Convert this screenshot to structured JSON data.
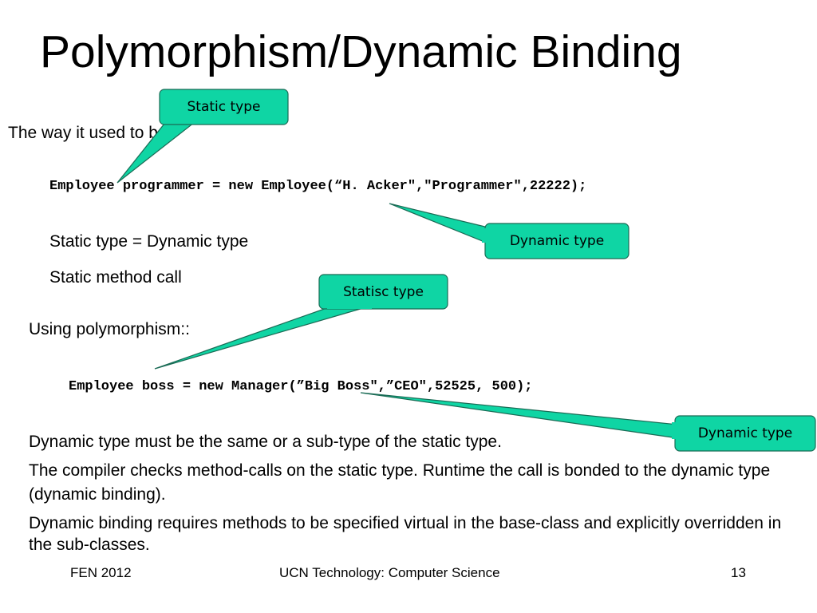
{
  "slide": {
    "title": "Polymorphism/Dynamic Binding",
    "intro": "The way it used to be:",
    "code_static": "Employee programmer = new Employee(“H. Acker\",\"Programmer\",22222);",
    "static_equals_dynamic": "Static type = Dynamic type",
    "static_method_call": "Static method call",
    "using_polymorphism": "Using polymorphism::",
    "code_dynamic": "Employee boss = new Manager(”Big Boss\",”CEO\",52525, 500);",
    "rule_subtype": "Dynamic type must be the same or a sub-type of the static type.",
    "rule_compiler": "The compiler checks method-calls on the static type. Runtime the call is bonded to the dynamic type (dynamic binding).",
    "rule_virtual": "Dynamic binding requires methods to be specified virtual in the base-class and explicitly overridden in the sub-classes."
  },
  "callouts": {
    "static_type_1": "Static type",
    "dynamic_type_1": "Dynamic type",
    "static_type_2": "Statisc type",
    "dynamic_type_2": "Dynamic type"
  },
  "footer": {
    "left": "FEN 2012",
    "center": "UCN Technology: Computer Science",
    "page_number": "13"
  },
  "colors": {
    "callout_fill": "#0fd5a4",
    "callout_border": "#1a6b55",
    "text": "#000000",
    "background": "#ffffff"
  }
}
